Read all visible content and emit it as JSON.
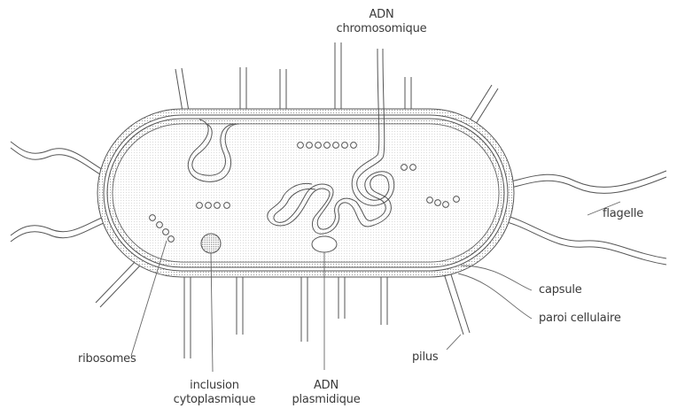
{
  "labels": {
    "adn_chromosomique": [
      "ADN",
      "chromosomique"
    ],
    "flagelle": "flagelle",
    "capsule": "capsule",
    "paroi_cellulaire": "paroi cellulaire",
    "pilus": "pilus",
    "ribosomes": "ribosomes",
    "inclusion_cytoplasmique": [
      "inclusion",
      "cytoplasmique"
    ],
    "adn_plasmidique": [
      "ADN",
      "plasmidique"
    ]
  }
}
